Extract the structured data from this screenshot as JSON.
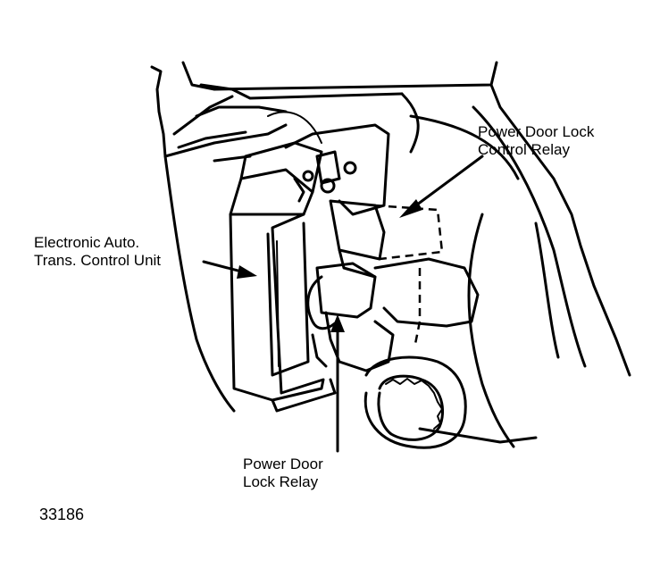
{
  "labels": {
    "power_door_lock_control_relay": "Power Door Lock\nControl Relay",
    "electronic_auto_trans_control_unit": "Electronic Auto.\nTrans. Control Unit",
    "power_door_lock_relay": "Power Door\nLock Relay"
  },
  "figure_number": "33186"
}
